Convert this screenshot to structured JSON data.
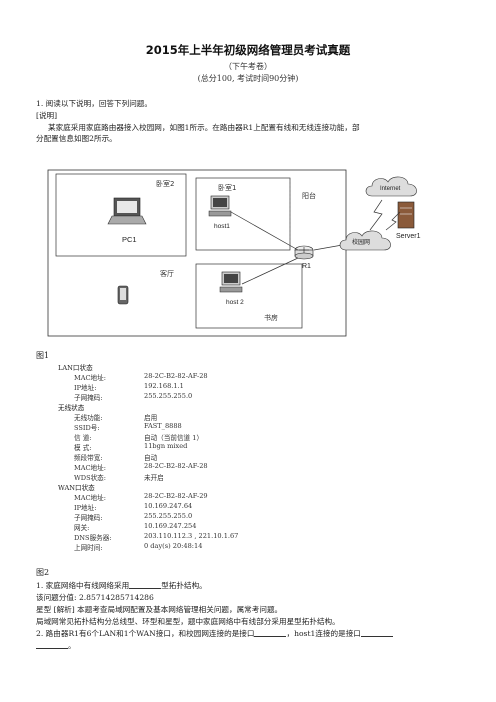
{
  "header": {
    "title": "2015年上半年初级网络管理员考试真题",
    "subtitle": "（下午考卷）",
    "meta": "(总分100, 考试时间90分钟)"
  },
  "question1": {
    "intro": "1. 阅读以下说明，回答下列问题。",
    "section": "[说明]",
    "desc_line1": "某家庭采用家庭路由器接入校园网，如图1所示。在路由器R1上配置有线和无线连接功能，部",
    "desc_line2": "分配置信息如图2所示。"
  },
  "figure1": {
    "caption": "图1",
    "rooms": {
      "bedroom2": "卧室2",
      "bedroom1": "卧室1",
      "balcony": "阳台",
      "living": "客厅",
      "study": "书房"
    },
    "devices": {
      "pc1": "PC1",
      "host1": "host1",
      "host2": "host 2",
      "router": "R1",
      "internet": "Internet",
      "server": "Server1",
      "campus": "校园网"
    }
  },
  "figure2": {
    "caption": "图2",
    "lan_header": "LAN口状态",
    "lan": [
      {
        "k": "MAC地址:",
        "v": "28-2C-B2-82-AF-28"
      },
      {
        "k": "IP地址:",
        "v": "192.168.1.1"
      },
      {
        "k": "子网掩码:",
        "v": "255.255.255.0"
      }
    ],
    "wifi_header": "无线状态",
    "wifi": [
      {
        "k": "无线功能:",
        "v": "启用"
      },
      {
        "k": "SSID号:",
        "v": "FAST_8888"
      },
      {
        "k": "信 道:",
        "v": "自动（当前信道 1）"
      },
      {
        "k": "模 式:",
        "v": "11bgn mixed"
      },
      {
        "k": "频段带宽:",
        "v": "自动"
      },
      {
        "k": "MAC地址:",
        "v": "28-2C-B2-82-AF-28"
      },
      {
        "k": "WDS状态:",
        "v": "未开启"
      }
    ],
    "wan_header": "WAN口状态",
    "wan": [
      {
        "k": "MAC地址:",
        "v": "28-2C-B2-82-AF-29"
      },
      {
        "k": "IP地址:",
        "v": "10.169.247.64"
      },
      {
        "k": "子网掩码:",
        "v": "255.255.255.0"
      },
      {
        "k": "网关:",
        "v": "10.169.247.254"
      },
      {
        "k": "DNS服务器:",
        "v": "203.110.112.3 , 221.10.1.67"
      },
      {
        "k": "上网时间:",
        "v": "0 day(s) 20:48:14"
      }
    ]
  },
  "subquestions": {
    "q1_pre": "1. 家庭网络中有线网络采用",
    "q1_post": "型拓扑结构。",
    "score": "该问题分值: 2.85714285714286",
    "answer": "星型 [解析] 本题考查局域网配置及基本网络管理相关问题，属常考问题。",
    "explain": "局域网常见拓扑结构分总线型、环型和星型，题中家庭网络中有线部分采用星型拓扑结构。",
    "q2_pre": "2. 路由器R1有6个LAN和1个WAN接口，和校园网连接的是接口",
    "q2_mid": "，host1连接的是接口",
    "q2_end": "。"
  }
}
